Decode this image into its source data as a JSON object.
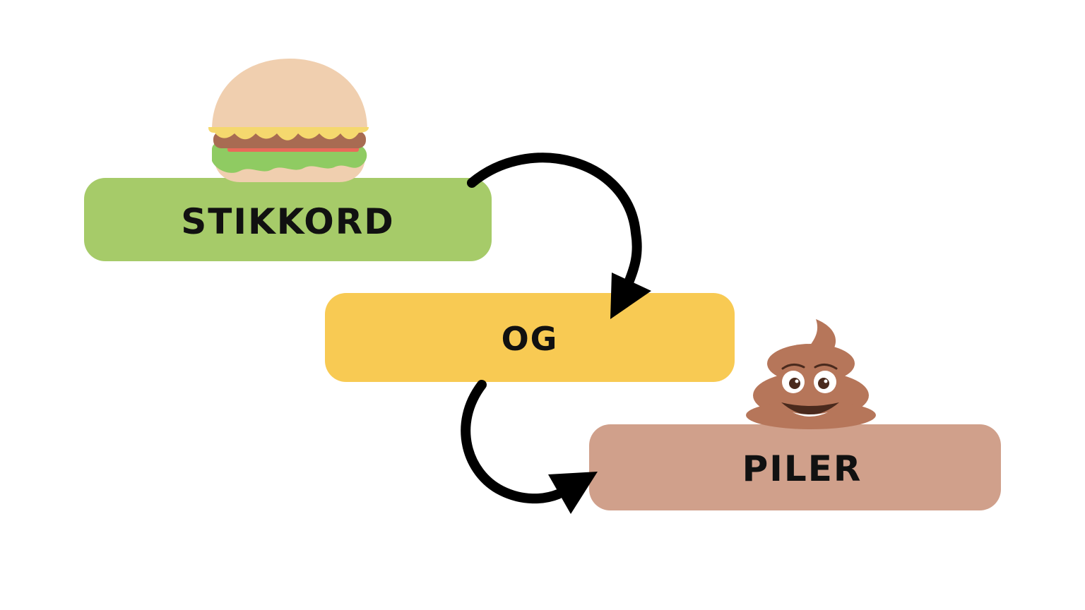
{
  "boxes": [
    {
      "id": "stikkord",
      "label": "STIKKORD",
      "color": "#A6CB69"
    },
    {
      "id": "og",
      "label": "OG",
      "color": "#F8CA53"
    },
    {
      "id": "piler",
      "label": "PILER",
      "color": "#D0A08B"
    }
  ],
  "icons": {
    "burger": "burger-icon",
    "poop": "poop-emoji-icon",
    "arrow": "curved-arrow-icon"
  },
  "colors": {
    "arrow": "#000000",
    "bun": "#F0CFAF",
    "cheese": "#F5D86E",
    "patty": "#A86B52",
    "lettuce": "#8FCB62",
    "tomato": "#E96A5A",
    "poop": "#B6765A"
  }
}
